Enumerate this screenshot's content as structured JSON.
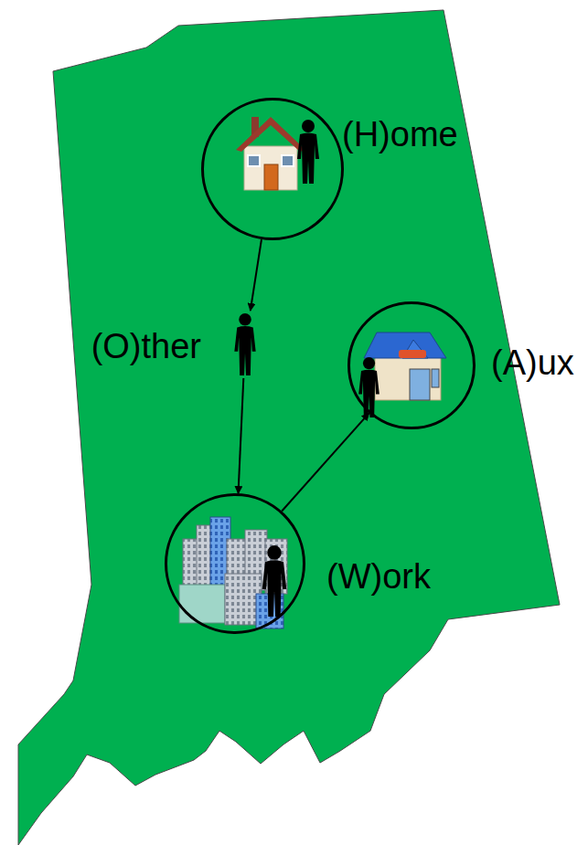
{
  "diagram": {
    "nodes": [
      {
        "text": [
          "(H)ome"
        ]
      },
      {
        "text": [
          "(O)ther"
        ]
      },
      {
        "text": [
          "(W)ork"
        ]
      },
      {
        "text": [
          "(A)ux"
        ]
      }
    ],
    "edges": [
      {
        "from": 0,
        "to": 1,
        "arrow": "to"
      },
      {
        "from": 1,
        "to": 2,
        "arrow": "to"
      },
      {
        "from": 2,
        "to": 3,
        "arrow": "to"
      }
    ]
  }
}
